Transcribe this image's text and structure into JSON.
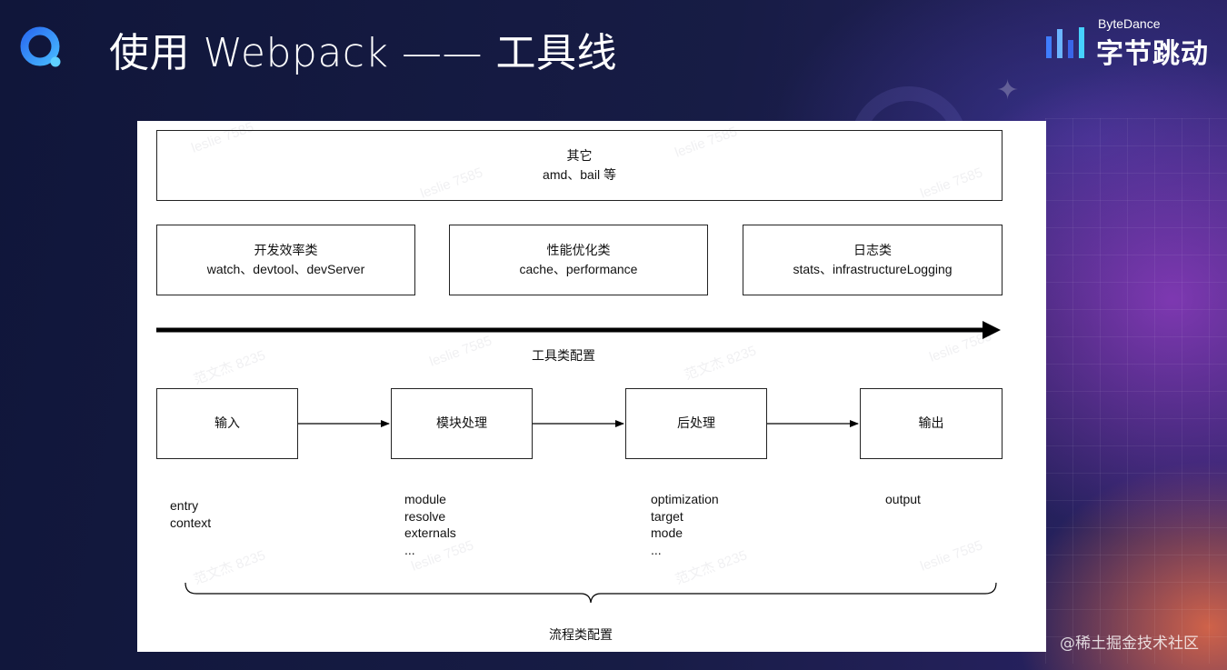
{
  "header": {
    "title": "使用 Webpack —— 工具线",
    "brand_en": "ByteDance",
    "brand_cn": "字节跳动"
  },
  "diagram": {
    "other_box": {
      "title": "其它",
      "items": "amd、bail 等"
    },
    "tool_boxes": [
      {
        "title": "开发效率类",
        "items": "watch、devtool、devServer"
      },
      {
        "title": "性能优化类",
        "items": "cache、performance"
      },
      {
        "title": "日志类",
        "items": "stats、infrastructureLogging"
      }
    ],
    "tool_axis_label": "工具类配置",
    "flow_boxes": [
      {
        "title": "输入",
        "items": [
          "entry",
          "context"
        ]
      },
      {
        "title": "模块处理",
        "items": [
          "module",
          "resolve",
          "externals",
          "..."
        ]
      },
      {
        "title": "后处理",
        "items": [
          "optimization",
          "target",
          "mode",
          "..."
        ]
      },
      {
        "title": "输出",
        "items": [
          "output"
        ]
      }
    ],
    "flow_label": "流程类配置"
  },
  "watermarks": [
    "leslie 7585",
    "范文杰 8235"
  ],
  "footer": {
    "credit": "@稀土掘金技术社区"
  },
  "colors": {
    "brand_blue": "#3a8dff",
    "background": "#141a3a"
  }
}
